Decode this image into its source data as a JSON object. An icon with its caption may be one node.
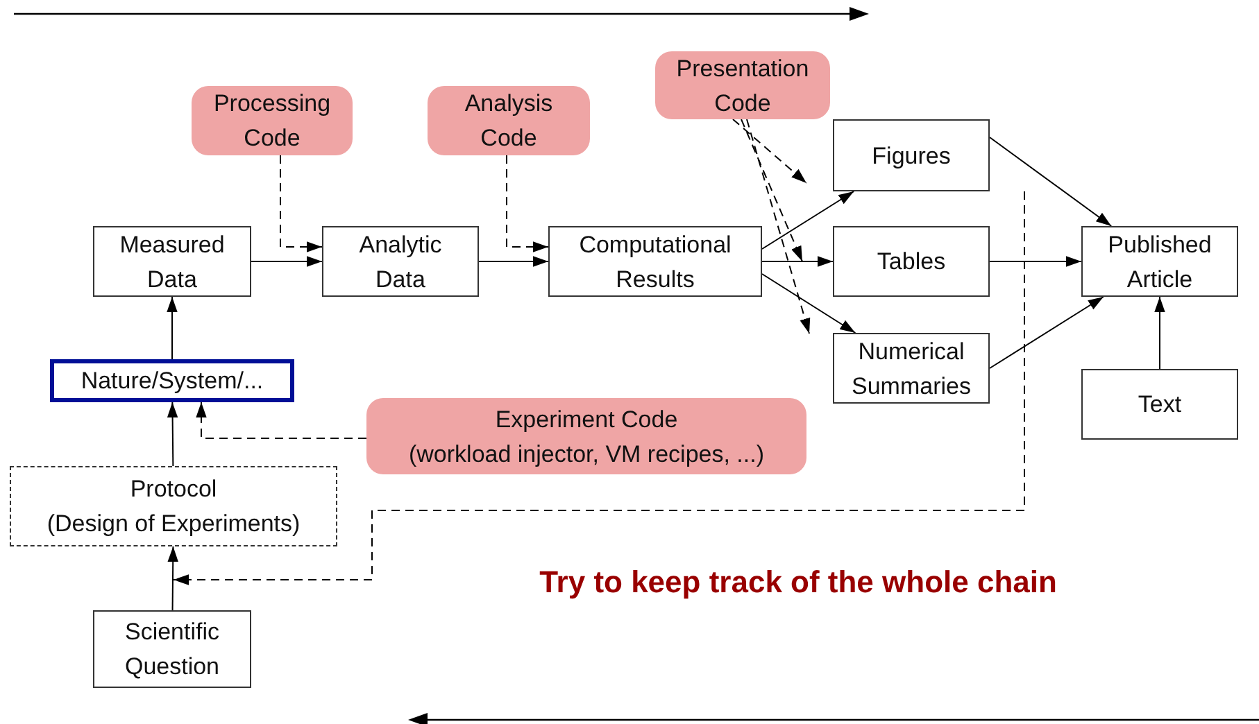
{
  "diagram": {
    "nodes": [
      {
        "text": [
          "Processing Code"
        ]
      },
      {
        "text": [
          "Analysis Code"
        ]
      },
      {
        "text": [
          "Presentation Code"
        ]
      },
      {
        "text": [
          "Measured Data"
        ]
      },
      {
        "text": [
          "Analytic Data"
        ]
      },
      {
        "text": [
          "Computational Results"
        ]
      },
      {
        "text": [
          "Figures"
        ]
      },
      {
        "text": [
          "Tables"
        ]
      },
      {
        "text": [
          "Numerical Summaries"
        ]
      },
      {
        "text": [
          "Published Article"
        ]
      },
      {
        "text": [
          "Nature/System/..."
        ]
      },
      {
        "text": [
          "Text"
        ]
      },
      {
        "text": [
          "Experiment Code",
          "(workload injector, VM recipes, ...)"
        ]
      },
      {
        "text": [
          "Protocol",
          "(Design of Experiments)"
        ]
      },
      {
        "text": [
          "Scientific Question"
        ]
      }
    ],
    "edges": [
      {
        "from": 3,
        "to": 4,
        "arrow": "to"
      },
      {
        "from": 4,
        "to": 5,
        "arrow": "to"
      },
      {
        "from": 5,
        "to": 6,
        "arrow": "to"
      },
      {
        "from": 5,
        "to": 7,
        "arrow": "to"
      },
      {
        "from": 5,
        "to": 8,
        "arrow": "to"
      },
      {
        "from": 6,
        "to": 9,
        "arrow": "to"
      },
      {
        "from": 7,
        "to": 9,
        "arrow": "to"
      },
      {
        "from": 8,
        "to": 9,
        "arrow": "to"
      },
      {
        "from": 11,
        "to": 9,
        "arrow": "to"
      },
      {
        "from": 10,
        "to": 3,
        "arrow": "to"
      },
      {
        "from": 13,
        "to": 10,
        "arrow": "to"
      },
      {
        "from": 14,
        "to": 13,
        "arrow": "to"
      },
      {
        "from": 0,
        "to": 4,
        "arrow": "to",
        "style": "dashed"
      },
      {
        "from": 1,
        "to": 5,
        "arrow": "to",
        "style": "dashed"
      },
      {
        "from": 2,
        "to": 6,
        "arrow": "to",
        "style": "dashed"
      },
      {
        "from": 2,
        "to": 7,
        "arrow": "to",
        "style": "dashed"
      },
      {
        "from": 2,
        "to": 8,
        "arrow": "to",
        "style": "dashed"
      },
      {
        "from": 12,
        "to": 10,
        "arrow": "to",
        "style": "dashed"
      },
      {
        "from": null,
        "to": 13,
        "arrow": "to",
        "style": "dashed"
      }
    ],
    "labels": [
      "Try to keep track of the whole chain"
    ]
  }
}
